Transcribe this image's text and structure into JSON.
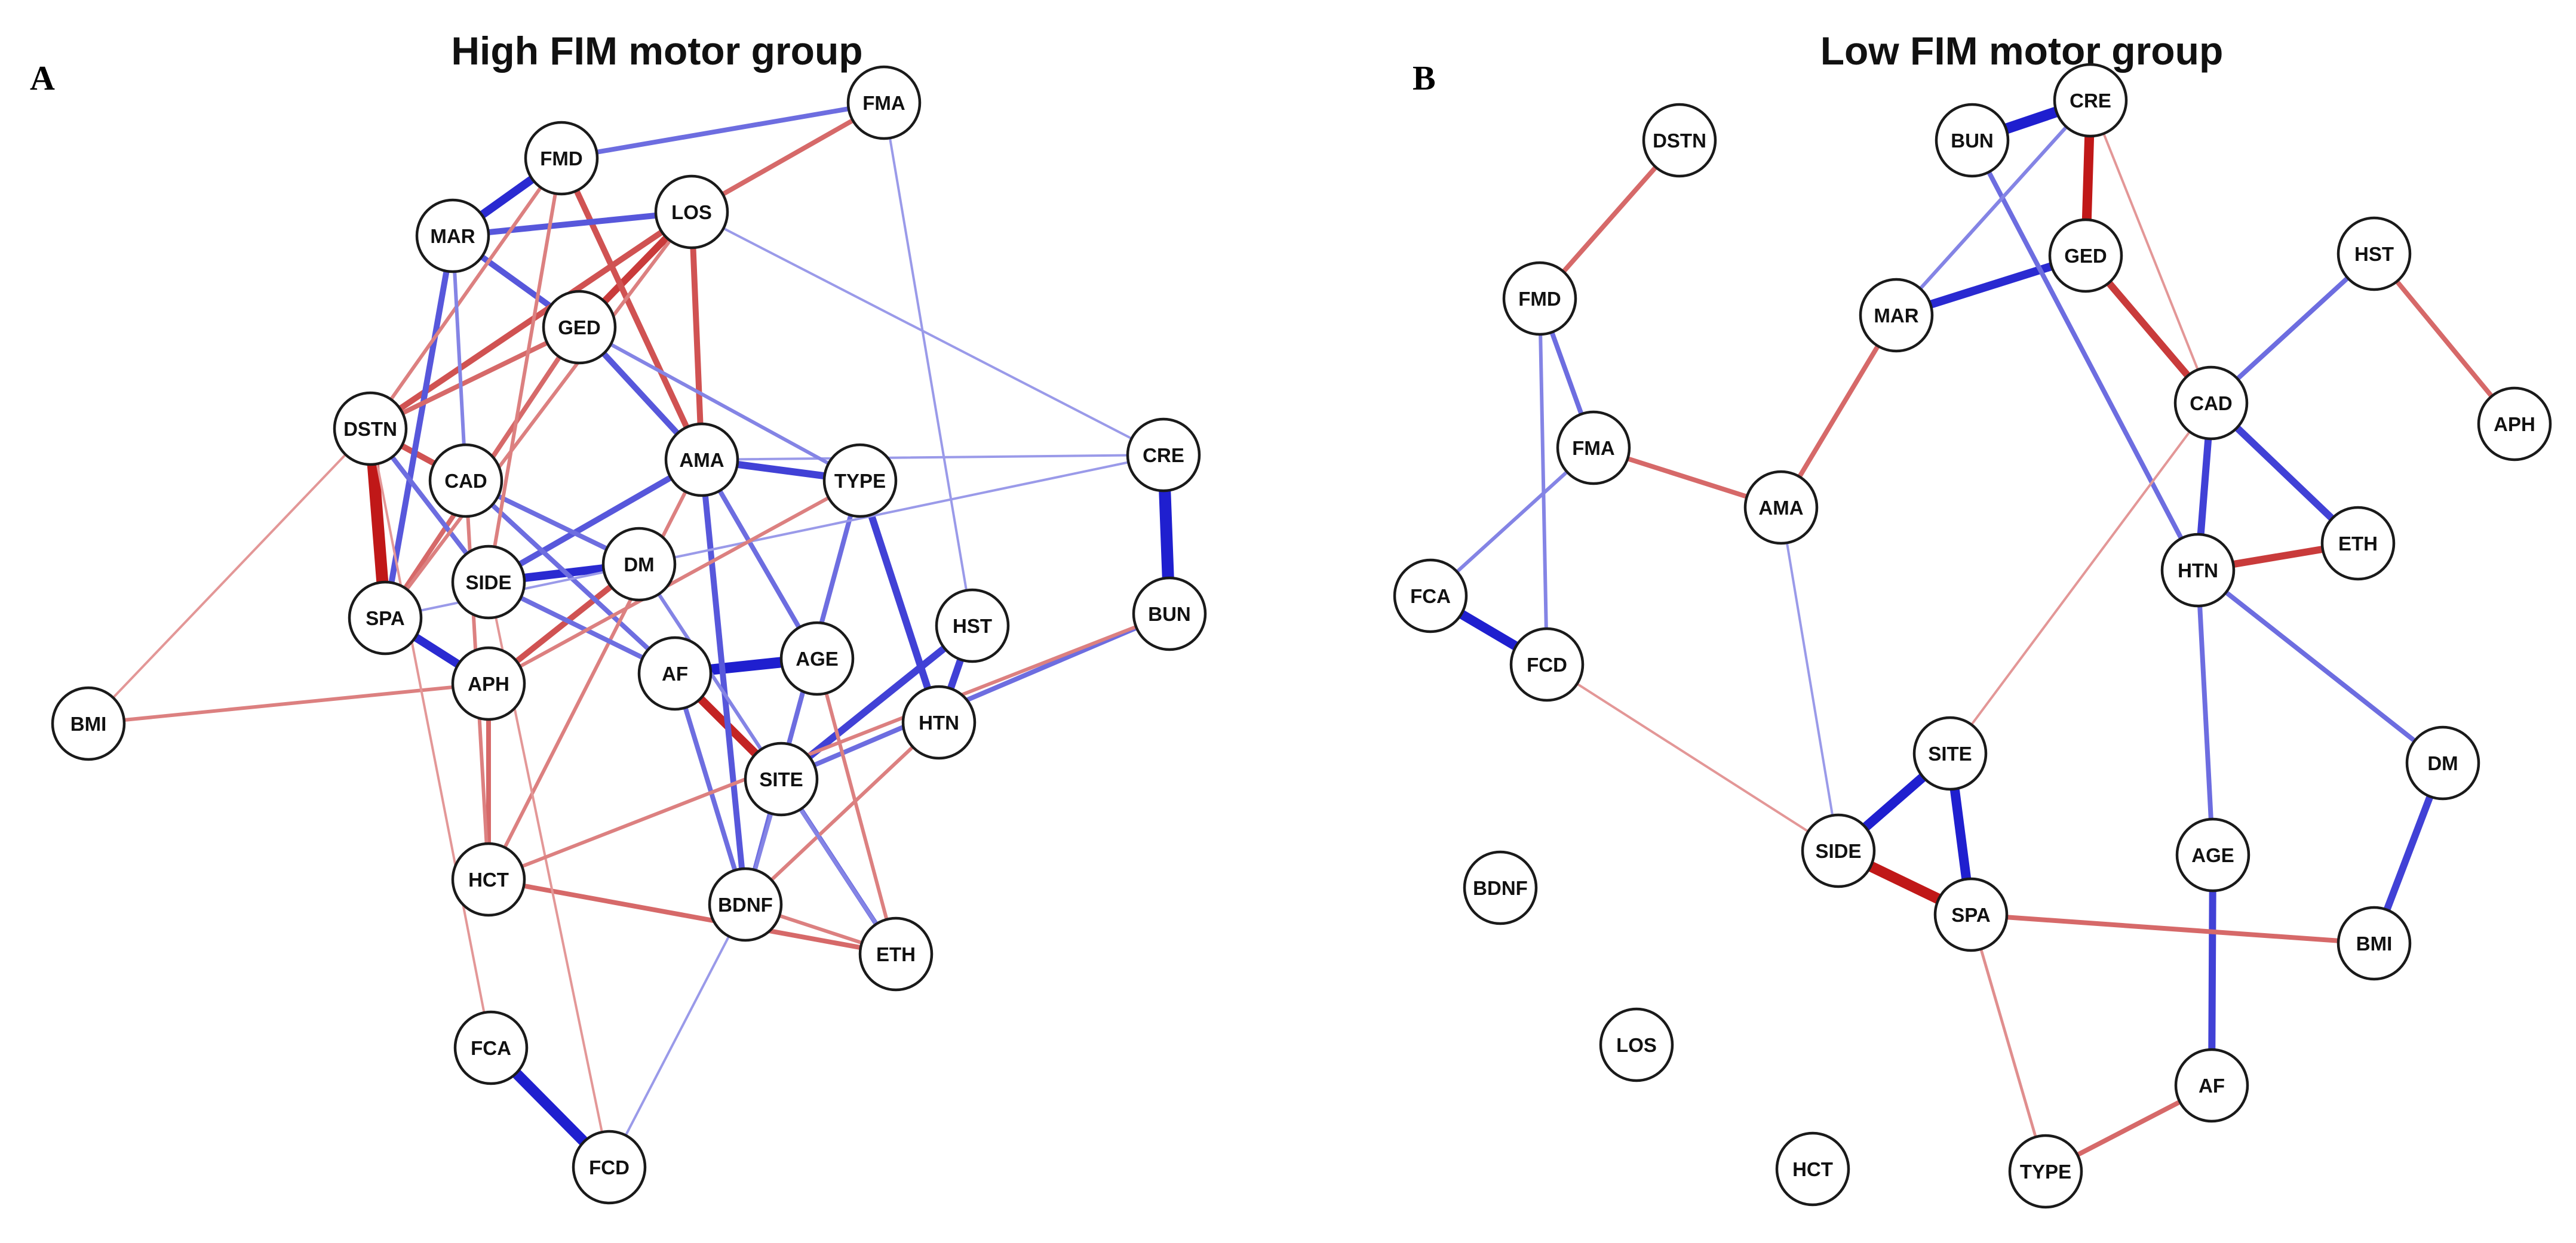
{
  "colors": {
    "positive": "#1f1fcf",
    "negative": "#c01818",
    "node_stroke": "#1a1a1a",
    "node_fill": "#ffffff"
  },
  "panels": [
    {
      "id": "A",
      "letter": "A",
      "title": "High FIM motor group",
      "nodes": [
        {
          "id": "FMA",
          "label": "FMA"
        },
        {
          "id": "FMD",
          "label": "FMD"
        },
        {
          "id": "LOS",
          "label": "LOS"
        },
        {
          "id": "MAR",
          "label": "MAR"
        },
        {
          "id": "GED",
          "label": "GED"
        },
        {
          "id": "DSTN",
          "label": "DSTN"
        },
        {
          "id": "CAD",
          "label": "CAD"
        },
        {
          "id": "AMA",
          "label": "AMA"
        },
        {
          "id": "TYPE",
          "label": "TYPE"
        },
        {
          "id": "CRE",
          "label": "CRE"
        },
        {
          "id": "SIDE",
          "label": "SIDE"
        },
        {
          "id": "DM",
          "label": "DM"
        },
        {
          "id": "SPA",
          "label": "SPA"
        },
        {
          "id": "BUN",
          "label": "BUN"
        },
        {
          "id": "HST",
          "label": "HST"
        },
        {
          "id": "APH",
          "label": "APH"
        },
        {
          "id": "AF",
          "label": "AF"
        },
        {
          "id": "AGE",
          "label": "AGE"
        },
        {
          "id": "BMI",
          "label": "BMI"
        },
        {
          "id": "HTN",
          "label": "HTN"
        },
        {
          "id": "SITE",
          "label": "SITE"
        },
        {
          "id": "HCT",
          "label": "HCT"
        },
        {
          "id": "BDNF",
          "label": "BDNF"
        },
        {
          "id": "ETH",
          "label": "ETH"
        },
        {
          "id": "FCA",
          "label": "FCA"
        },
        {
          "id": "FCD",
          "label": "FCD"
        }
      ],
      "edges": [
        {
          "a": "CRE",
          "b": "BUN",
          "sign": "pos",
          "w": 5
        },
        {
          "a": "DSTN",
          "b": "SPA",
          "sign": "neg",
          "w": 5
        },
        {
          "a": "FCA",
          "b": "FCD",
          "sign": "pos",
          "w": 4.5
        },
        {
          "a": "AF",
          "b": "AGE",
          "sign": "pos",
          "w": 4.5
        },
        {
          "a": "AF",
          "b": "SITE",
          "sign": "neg",
          "w": 3.5
        },
        {
          "a": "SPA",
          "b": "APH",
          "sign": "pos",
          "w": 3.5
        },
        {
          "a": "SIDE",
          "b": "DM",
          "sign": "pos",
          "w": 3.5
        },
        {
          "a": "MAR",
          "b": "FMD",
          "sign": "pos",
          "w": 3.5
        },
        {
          "a": "AMA",
          "b": "TYPE",
          "sign": "pos",
          "w": 3
        },
        {
          "a": "TYPE",
          "b": "HTN",
          "sign": "pos",
          "w": 3
        },
        {
          "a": "HST",
          "b": "HTN",
          "sign": "pos",
          "w": 3
        },
        {
          "a": "HST",
          "b": "SITE",
          "sign": "pos",
          "w": 3
        },
        {
          "a": "GED",
          "b": "LOS",
          "sign": "neg",
          "w": 3
        },
        {
          "a": "DSTN",
          "b": "CAD",
          "sign": "neg",
          "w": 2.5
        },
        {
          "a": "LOS",
          "b": "AMA",
          "sign": "neg",
          "w": 2.5
        },
        {
          "a": "FMD",
          "b": "AMA",
          "sign": "neg",
          "w": 2.5
        },
        {
          "a": "MAR",
          "b": "GED",
          "sign": "pos",
          "w": 2.5
        },
        {
          "a": "MAR",
          "b": "LOS",
          "sign": "pos",
          "w": 2.5
        },
        {
          "a": "DSTN",
          "b": "LOS",
          "sign": "neg",
          "w": 2.5
        },
        {
          "a": "GED",
          "b": "AMA",
          "sign": "pos",
          "w": 2.5
        },
        {
          "a": "AMA",
          "b": "BDNF",
          "sign": "pos",
          "w": 2.5
        },
        {
          "a": "AMA",
          "b": "AGE",
          "sign": "pos",
          "w": 2
        },
        {
          "a": "DM",
          "b": "APH",
          "sign": "neg",
          "w": 2.5
        },
        {
          "a": "SIDE",
          "b": "AMA",
          "sign": "pos",
          "w": 2.5
        },
        {
          "a": "SPA",
          "b": "GED",
          "sign": "neg",
          "w": 2
        },
        {
          "a": "MAR",
          "b": "SPA",
          "sign": "pos",
          "w": 2.5
        },
        {
          "a": "DSTN",
          "b": "GED",
          "sign": "neg",
          "w": 2
        },
        {
          "a": "FMD",
          "b": "FMA",
          "sign": "pos",
          "w": 2
        },
        {
          "a": "LOS",
          "b": "FMA",
          "sign": "neg",
          "w": 2
        },
        {
          "a": "CAD",
          "b": "AF",
          "sign": "pos",
          "w": 2
        },
        {
          "a": "AF",
          "b": "BDNF",
          "sign": "pos",
          "w": 2
        },
        {
          "a": "HCT",
          "b": "ETH",
          "sign": "neg",
          "w": 2
        },
        {
          "a": "SITE",
          "b": "BUN",
          "sign": "pos",
          "w": 2
        },
        {
          "a": "APH",
          "b": "HCT",
          "sign": "neg",
          "w": 2
        },
        {
          "a": "TYPE",
          "b": "BDNF",
          "sign": "pos",
          "w": 2
        },
        {
          "a": "BMI",
          "b": "APH",
          "sign": "neg",
          "w": 1.5
        },
        {
          "a": "BMI",
          "b": "DSTN",
          "sign": "neg",
          "w": 1
        },
        {
          "a": "AMA",
          "b": "CRE",
          "sign": "pos",
          "w": 1
        },
        {
          "a": "FMA",
          "b": "HST",
          "sign": "pos",
          "w": 1
        },
        {
          "a": "FCA",
          "b": "DSTN",
          "sign": "neg",
          "w": 1
        },
        {
          "a": "FCD",
          "b": "BDNF",
          "sign": "pos",
          "w": 1
        },
        {
          "a": "HCT",
          "b": "AMA",
          "sign": "neg",
          "w": 1.5
        },
        {
          "a": "BDNF",
          "b": "ETH",
          "sign": "neg",
          "w": 1.5
        },
        {
          "a": "ETH",
          "b": "SITE",
          "sign": "pos",
          "w": 2
        },
        {
          "a": "DSTN",
          "b": "SIDE",
          "sign": "pos",
          "w": 2
        },
        {
          "a": "CAD",
          "b": "DM",
          "sign": "pos",
          "w": 2
        },
        {
          "a": "SIDE",
          "b": "AF",
          "sign": "pos",
          "w": 2
        },
        {
          "a": "GED",
          "b": "TYPE",
          "sign": "pos",
          "w": 1.5
        },
        {
          "a": "FCD",
          "b": "SIDE",
          "sign": "neg",
          "w": 1
        },
        {
          "a": "HTN",
          "b": "BDNF",
          "sign": "neg",
          "w": 1.5
        },
        {
          "a": "CRE",
          "b": "SPA",
          "sign": "pos",
          "w": 1
        },
        {
          "a": "LOS",
          "b": "CRE",
          "sign": "pos",
          "w": 1
        },
        {
          "a": "FMD",
          "b": "DSTN",
          "sign": "neg",
          "w": 1.5
        },
        {
          "a": "MAR",
          "b": "CAD",
          "sign": "pos",
          "w": 1.5
        },
        {
          "a": "CAD",
          "b": "HCT",
          "sign": "neg",
          "w": 1.5
        },
        {
          "a": "SITE",
          "b": "BDNF",
          "sign": "pos",
          "w": 1.5
        },
        {
          "a": "AGE",
          "b": "ETH",
          "sign": "neg",
          "w": 1.5
        },
        {
          "a": "BUN",
          "b": "HCT",
          "sign": "neg",
          "w": 1.5
        },
        {
          "a": "TYPE",
          "b": "APH",
          "sign": "neg",
          "w": 1.5
        },
        {
          "a": "DM",
          "b": "ETH",
          "sign": "pos",
          "w": 1.5
        },
        {
          "a": "FMD",
          "b": "SIDE",
          "sign": "neg",
          "w": 1.5
        },
        {
          "a": "LOS",
          "b": "SPA",
          "sign": "neg",
          "w": 1.5
        }
      ]
    },
    {
      "id": "B",
      "letter": "B",
      "title": "Low FIM motor group",
      "nodes": [
        {
          "id": "DSTN",
          "label": "DSTN"
        },
        {
          "id": "BUN",
          "label": "BUN"
        },
        {
          "id": "CRE",
          "label": "CRE"
        },
        {
          "id": "GED",
          "label": "GED"
        },
        {
          "id": "HST",
          "label": "HST"
        },
        {
          "id": "FMD",
          "label": "FMD"
        },
        {
          "id": "MAR",
          "label": "MAR"
        },
        {
          "id": "CAD",
          "label": "CAD"
        },
        {
          "id": "APH",
          "label": "APH"
        },
        {
          "id": "FMA",
          "label": "FMA"
        },
        {
          "id": "AMA",
          "label": "AMA"
        },
        {
          "id": "ETH",
          "label": "ETH"
        },
        {
          "id": "HTN",
          "label": "HTN"
        },
        {
          "id": "FCA",
          "label": "FCA"
        },
        {
          "id": "FCD",
          "label": "FCD"
        },
        {
          "id": "SITE",
          "label": "SITE"
        },
        {
          "id": "DM",
          "label": "DM"
        },
        {
          "id": "SIDE",
          "label": "SIDE"
        },
        {
          "id": "AGE",
          "label": "AGE"
        },
        {
          "id": "BDNF",
          "label": "BDNF"
        },
        {
          "id": "SPA",
          "label": "SPA"
        },
        {
          "id": "BMI",
          "label": "BMI"
        },
        {
          "id": "LOS",
          "label": "LOS"
        },
        {
          "id": "AF",
          "label": "AF"
        },
        {
          "id": "HCT",
          "label": "HCT"
        },
        {
          "id": "TYPE",
          "label": "TYPE"
        }
      ],
      "edges": [
        {
          "a": "BUN",
          "b": "CRE",
          "sign": "pos",
          "w": 4.5
        },
        {
          "a": "CRE",
          "b": "GED",
          "sign": "neg",
          "w": 4
        },
        {
          "a": "SIDE",
          "b": "SPA",
          "sign": "neg",
          "w": 4.5
        },
        {
          "a": "SITE",
          "b": "SPA",
          "sign": "pos",
          "w": 4
        },
        {
          "a": "SIDE",
          "b": "SITE",
          "sign": "pos",
          "w": 4
        },
        {
          "a": "FCA",
          "b": "FCD",
          "sign": "pos",
          "w": 4
        },
        {
          "a": "MAR",
          "b": "GED",
          "sign": "pos",
          "w": 3.5
        },
        {
          "a": "GED",
          "b": "CAD",
          "sign": "neg",
          "w": 3
        },
        {
          "a": "CAD",
          "b": "HTN",
          "sign": "pos",
          "w": 3
        },
        {
          "a": "CAD",
          "b": "ETH",
          "sign": "pos",
          "w": 3
        },
        {
          "a": "HTN",
          "b": "ETH",
          "sign": "neg",
          "w": 3
        },
        {
          "a": "AGE",
          "b": "AF",
          "sign": "pos",
          "w": 3
        },
        {
          "a": "DM",
          "b": "BMI",
          "sign": "pos",
          "w": 3
        },
        {
          "a": "DSTN",
          "b": "FMD",
          "sign": "neg",
          "w": 2
        },
        {
          "a": "HST",
          "b": "APH",
          "sign": "neg",
          "w": 2
        },
        {
          "a": "HST",
          "b": "CAD",
          "sign": "pos",
          "w": 2
        },
        {
          "a": "FMA",
          "b": "AMA",
          "sign": "neg",
          "w": 2
        },
        {
          "a": "AMA",
          "b": "MAR",
          "sign": "neg",
          "w": 2
        },
        {
          "a": "FMD",
          "b": "FMA",
          "sign": "pos",
          "w": 2
        },
        {
          "a": "FMD",
          "b": "FCD",
          "sign": "pos",
          "w": 1.5
        },
        {
          "a": "FMA",
          "b": "FCA",
          "sign": "pos",
          "w": 1.5
        },
        {
          "a": "BUN",
          "b": "HTN",
          "sign": "pos",
          "w": 2
        },
        {
          "a": "CRE",
          "b": "MAR",
          "sign": "pos",
          "w": 1.5
        },
        {
          "a": "HTN",
          "b": "AGE",
          "sign": "pos",
          "w": 2
        },
        {
          "a": "HTN",
          "b": "DM",
          "sign": "pos",
          "w": 2
        },
        {
          "a": "SPA",
          "b": "BMI",
          "sign": "neg",
          "w": 2
        },
        {
          "a": "AF",
          "b": "TYPE",
          "sign": "neg",
          "w": 2
        },
        {
          "a": "SPA",
          "b": "TYPE",
          "sign": "neg",
          "w": 1.2
        },
        {
          "a": "AMA",
          "b": "SIDE",
          "sign": "pos",
          "w": 1
        },
        {
          "a": "FCD",
          "b": "SIDE",
          "sign": "neg",
          "w": 1
        },
        {
          "a": "SITE",
          "b": "CAD",
          "sign": "neg",
          "w": 1
        },
        {
          "a": "CRE",
          "b": "CAD",
          "sign": "neg",
          "w": 1
        }
      ]
    }
  ]
}
